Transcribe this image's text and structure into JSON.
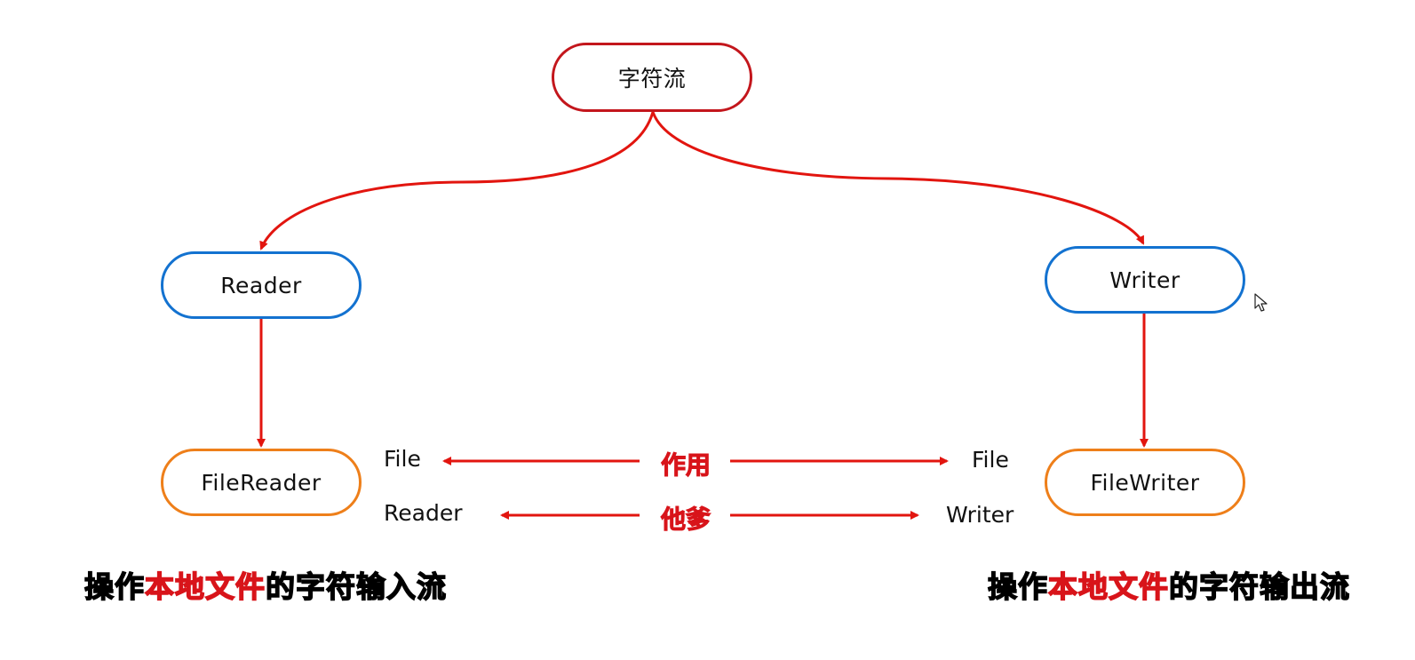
{
  "nodes": {
    "root": "字符流",
    "reader": "Reader",
    "writer": "Writer",
    "file_reader": "FileReader",
    "file_writer": "FileWriter"
  },
  "split_labels": {
    "left_top": "File",
    "left_bottom": "Reader",
    "right_top": "File",
    "right_bottom": "Writer",
    "center_top": "作用",
    "center_bottom": "他爹"
  },
  "captions": {
    "left": {
      "prefix": "操作",
      "highlight": "本地文件",
      "suffix": "的字符输入流"
    },
    "right": {
      "prefix": "操作",
      "highlight": "本地文件",
      "suffix": "的字符输出流"
    }
  },
  "colors": {
    "connector_red": "#e2150f",
    "root_border": "#c3161c",
    "abstract_border": "#1372d0",
    "concrete_border": "#ee7f1a",
    "highlight_red": "#d8141a"
  },
  "icons": {
    "cursor": "mouse-pointer-icon"
  }
}
